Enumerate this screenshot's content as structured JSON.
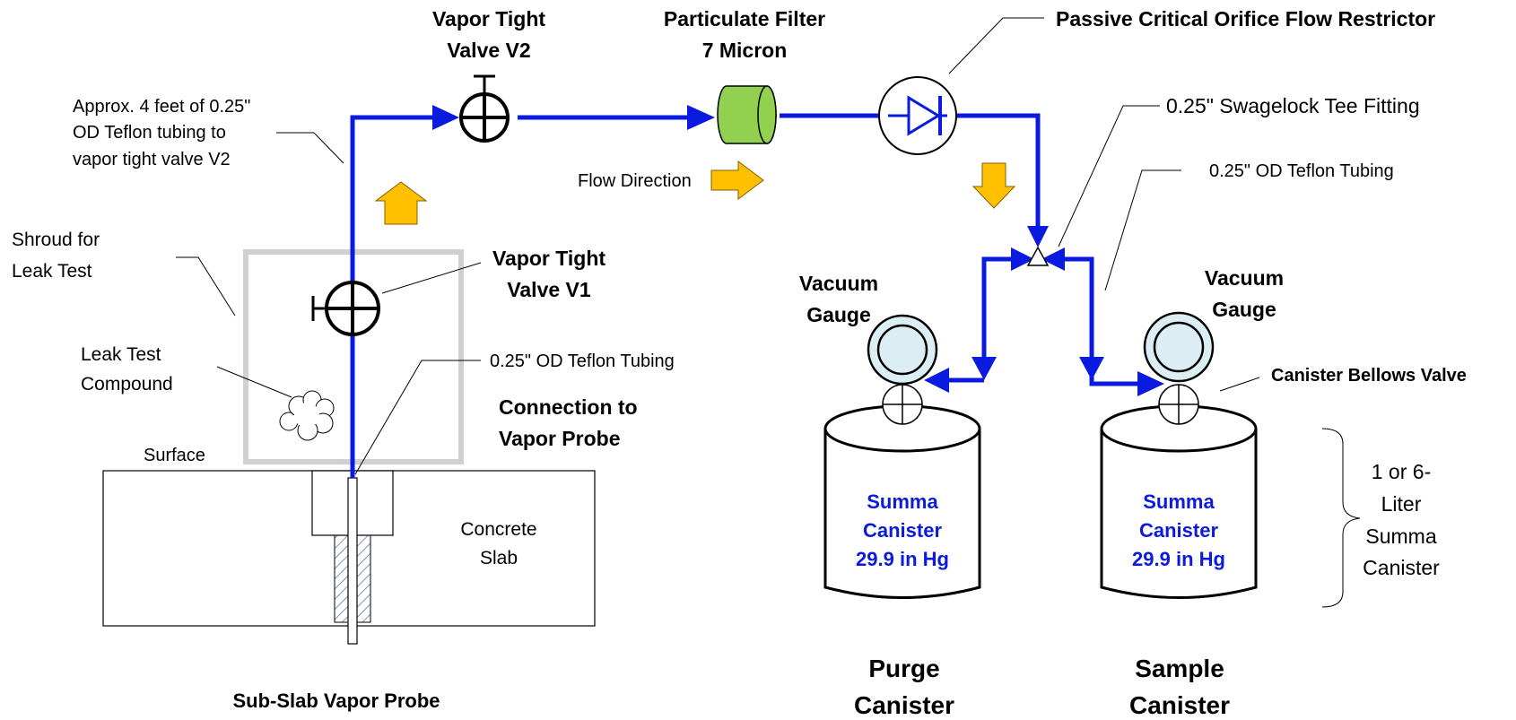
{
  "labels": {
    "valve_v2": [
      "Vapor Tight",
      "Valve V2"
    ],
    "valve_v1": [
      "Vapor Tight",
      "Valve V1"
    ],
    "filter": [
      "Particulate Filter",
      "7 Micron"
    ],
    "restrictor": "Passive Critical Orifice Flow Restrictor",
    "tee": "0.25\" Swagelock Tee Fitting",
    "tubing_right": "0.25\" OD Teflon Tubing",
    "tubing_probe": "0.25\" OD Teflon Tubing",
    "tubing_approx": [
      "Approx. 4 feet of 0.25\"",
      "OD Teflon tubing to",
      "vapor tight valve V2"
    ],
    "shroud": [
      "Shroud for",
      "Leak Test"
    ],
    "leak_compound": [
      "Leak Test",
      "Compound"
    ],
    "flow_direction": "Flow Direction",
    "surface": "Surface",
    "concrete": [
      "Concrete",
      "Slab"
    ],
    "connection": [
      "Connection to",
      "Vapor Probe"
    ],
    "probe_title": "Sub-Slab Vapor Probe",
    "gauge_left": [
      "Vacuum",
      "Gauge"
    ],
    "gauge_right": [
      "Vacuum",
      "Gauge"
    ],
    "bellows": "Canister Bellows Valve",
    "canister_size": [
      "1 or 6-",
      "Liter",
      "Summa",
      "Canister"
    ],
    "canister_left": [
      "Summa",
      "Canister",
      "29.9 in Hg"
    ],
    "canister_right": [
      "Summa",
      "Canister",
      "29.9 in Hg"
    ],
    "purge": [
      "Purge",
      "Canister"
    ],
    "sample": [
      "Sample",
      "Canister"
    ]
  },
  "colors": {
    "tubing": "#0a1adf",
    "flow_arrow": "#ffc000",
    "filter": "#92d050",
    "gauge": "#dbeef4",
    "shroud": "#d0d0d0",
    "canister_text": "#0a1adf"
  }
}
